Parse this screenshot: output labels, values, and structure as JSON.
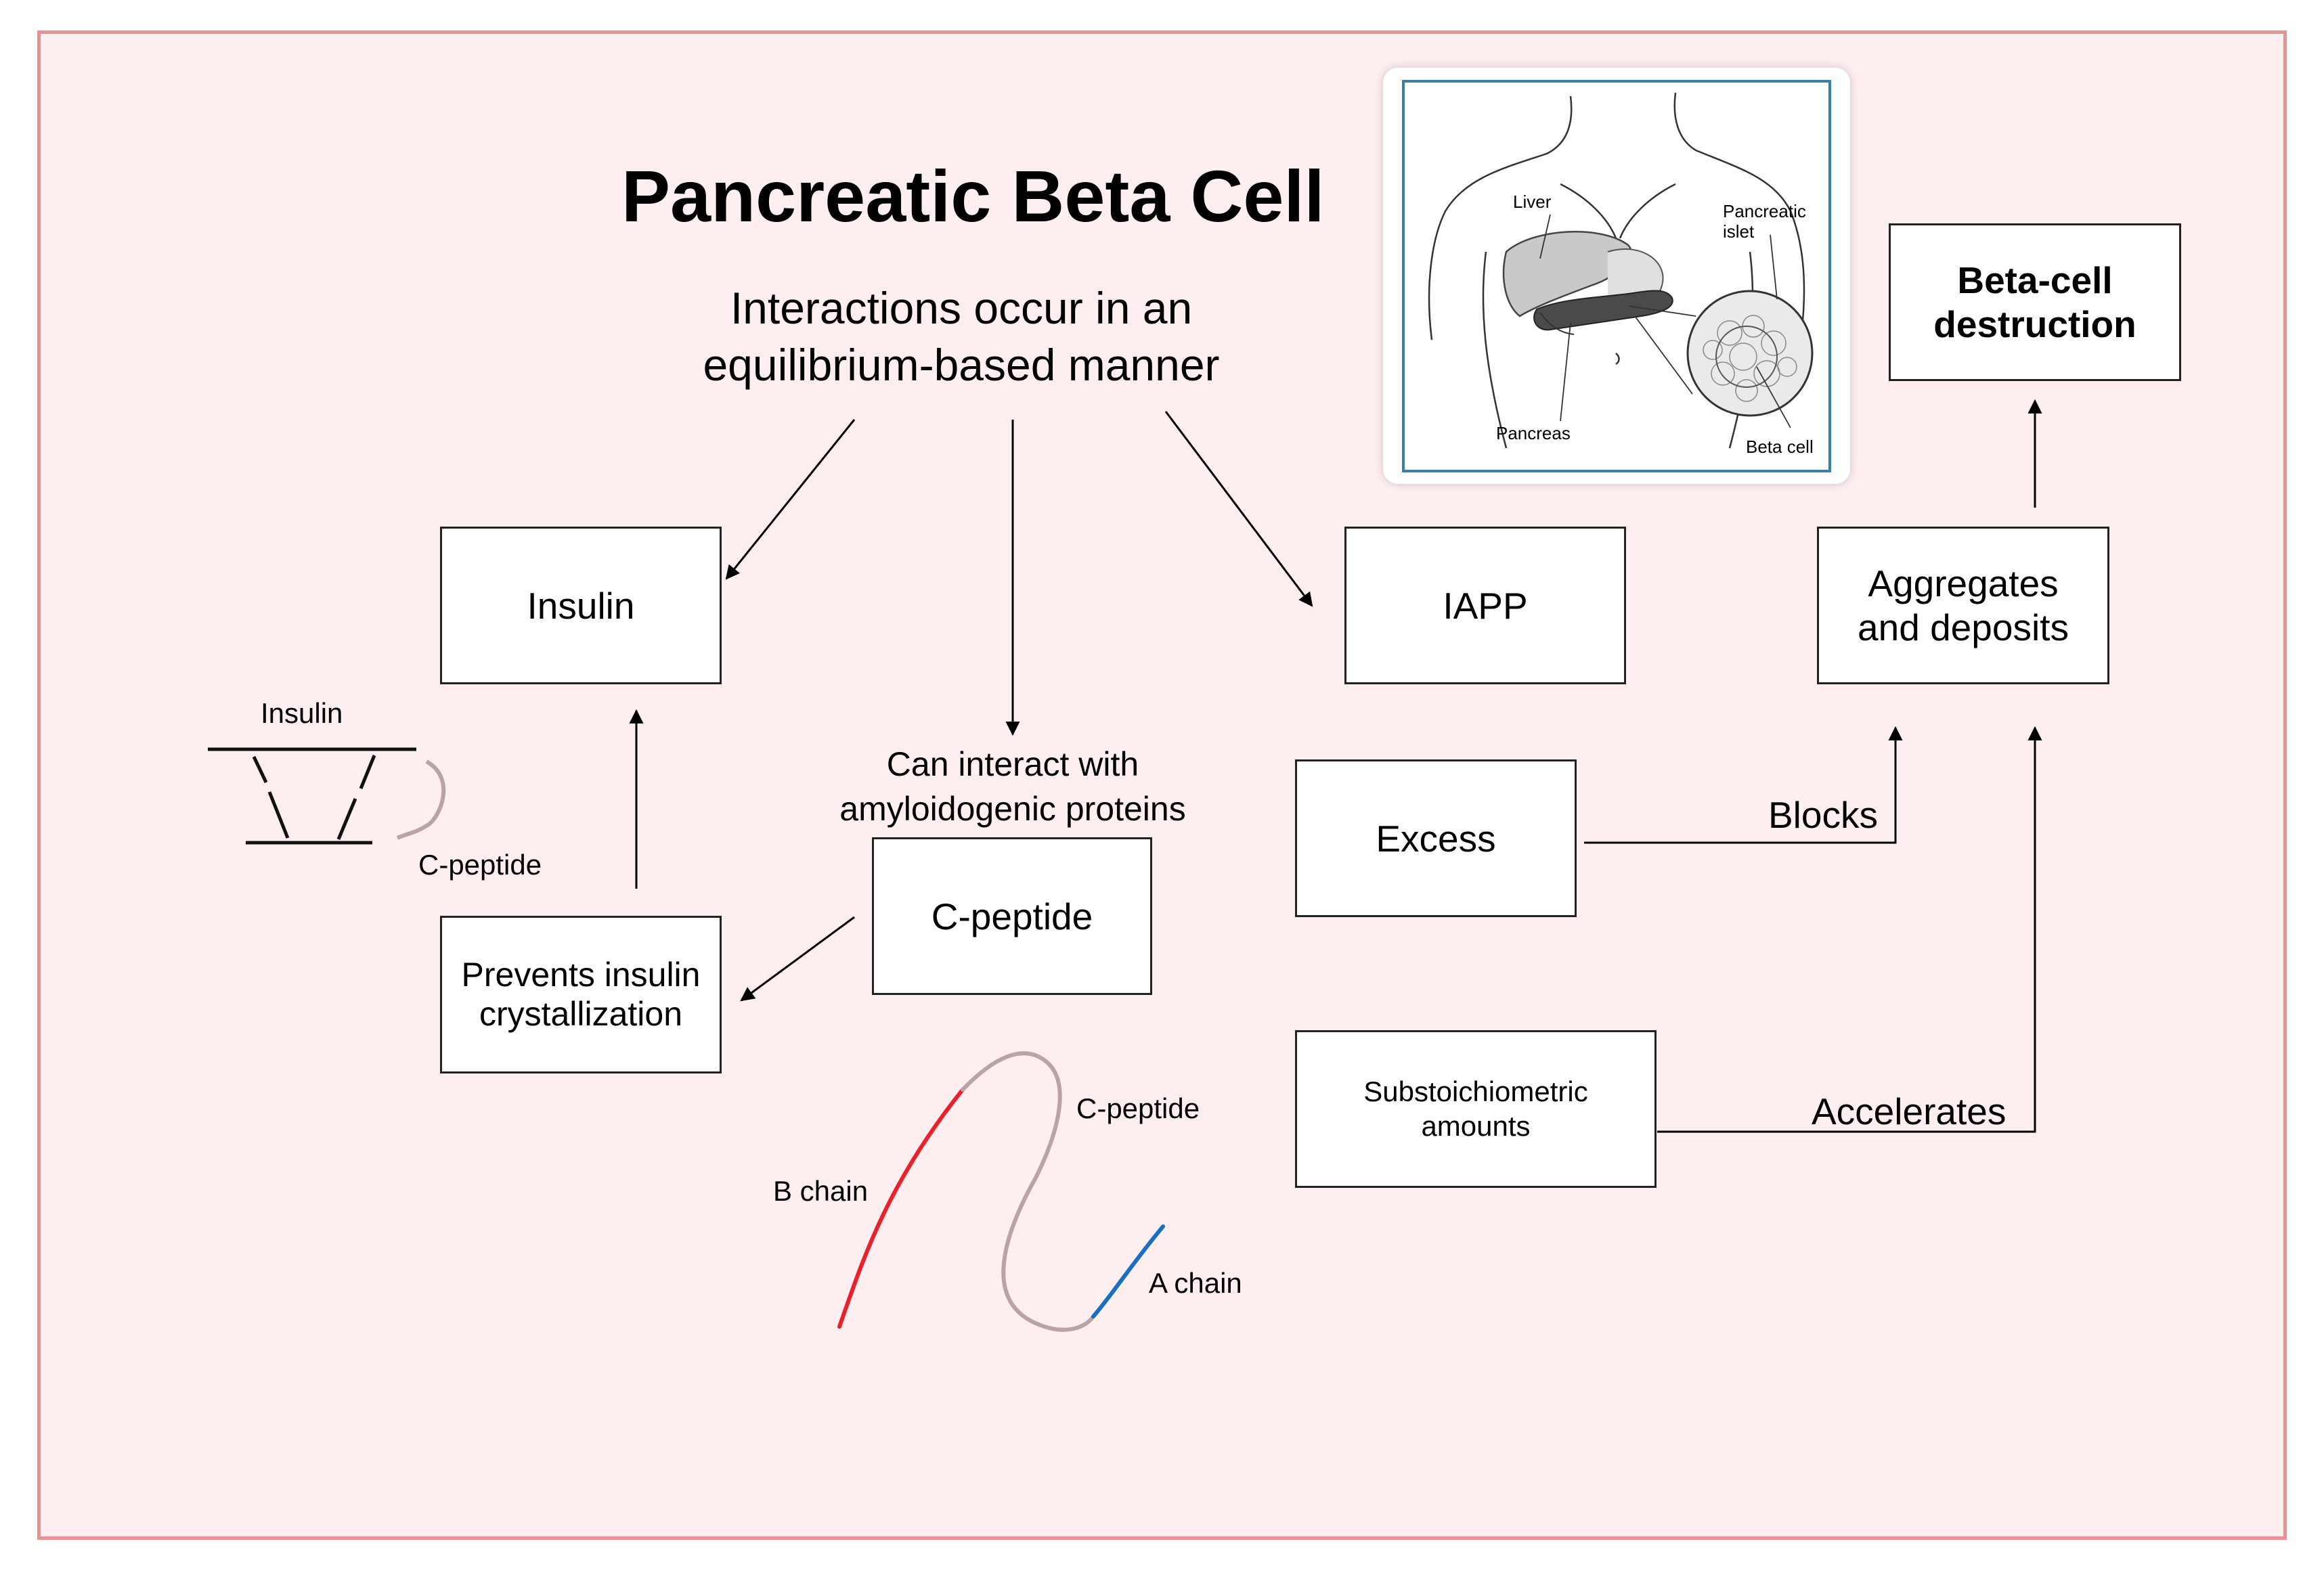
{
  "title": "Pancreatic Beta Cell",
  "subtitle_line1": "Interactions occur in an",
  "subtitle_line2": "equilibrium-based manner",
  "nodes": {
    "insulin": "Insulin",
    "iapp": "IAPP",
    "aggregates_line1": "Aggregates",
    "aggregates_line2": "and deposits",
    "beta_destruction_line1": "Beta-cell",
    "beta_destruction_line2": "destruction",
    "cpeptide": "C-peptide",
    "prevents_line1": "Prevents insulin",
    "prevents_line2": "crystallization",
    "excess": "Excess",
    "substoich_line1": "Substoichiometric",
    "substoich_line2": "amounts"
  },
  "annotations": {
    "can_interact_line1": "Can interact with",
    "can_interact_line2": "amyloidogenic proteins",
    "blocks": "Blocks",
    "accelerates": "Accelerates"
  },
  "insulin_sketch": {
    "insulin_label": "Insulin",
    "cpeptide_label": "C-peptide"
  },
  "chain_sketch": {
    "cpeptide_label": "C-peptide",
    "b_chain_label": "B chain",
    "a_chain_label": "A chain",
    "colors": {
      "b_chain": "#e8212a",
      "c_peptide": "#b9a3a4",
      "a_chain": "#1a6fc0"
    }
  },
  "anatomy_figure": {
    "liver": "Liver",
    "pancreatic_islet_line1": "Pancreatic",
    "pancreatic_islet_line2": "islet",
    "pancreas": "Pancreas",
    "beta_cell": "Beta cell"
  },
  "colors": {
    "background": "#fdeef0",
    "frame_border": "#ec8e92",
    "figure_border": "#3b7fa4"
  }
}
